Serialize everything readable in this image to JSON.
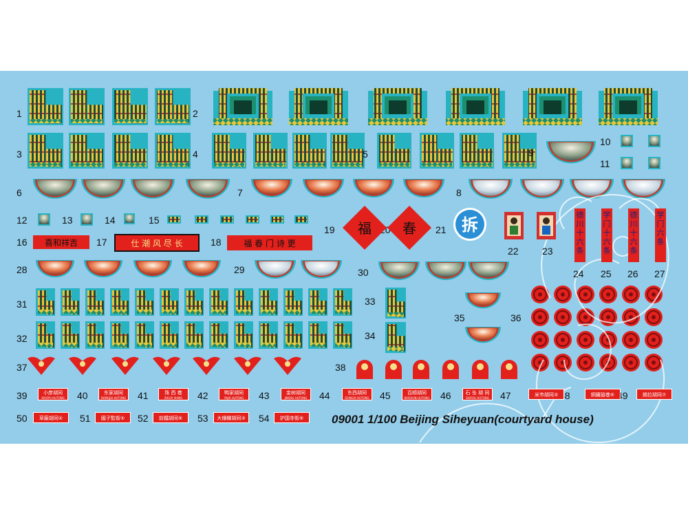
{
  "sheet": {
    "title": "09001 1/100 Beijing Siheyuan(courtyard house)",
    "colors": {
      "background": "#93cdea",
      "panel_gold": "#e8c63a",
      "panel_dark": "#1f4b3a",
      "red": "#e2201c",
      "teal_border": "#27b3c2",
      "seal_blue": "#2a8fd6"
    }
  },
  "numbers": [
    "1",
    "2",
    "3",
    "4",
    "5",
    "6",
    "7",
    "8",
    "9",
    "10",
    "11",
    "12",
    "13",
    "14",
    "15",
    "16",
    "17",
    "18",
    "19",
    "20",
    "21",
    "22",
    "23",
    "24",
    "25",
    "26",
    "27",
    "28",
    "29",
    "30",
    "31",
    "32",
    "33",
    "34",
    "35",
    "36",
    "37",
    "38",
    "39",
    "40",
    "41",
    "42",
    "43",
    "44",
    "45",
    "46",
    "47",
    "48",
    "49",
    "50",
    "51",
    "52",
    "53",
    "54"
  ],
  "plaques": {
    "p16": "喜和祥吉",
    "p17": "仕 潮 风 尽 长",
    "p18": "福 春 门 诗 更",
    "p19": "福",
    "p20": "春",
    "p21": "拆"
  },
  "couplets": [
    "德川十六条",
    "学门十六条",
    "德川十六条",
    "学门六条"
  ],
  "street_signs": [
    {
      "cn": "小彦胡同",
      "en": "XIAOYU HUTONG"
    },
    {
      "cn": "东家胡同",
      "en": "DONGJIA HUTONG"
    },
    {
      "cn": "珠 西 巷",
      "en": "ZHUXI XIANG"
    },
    {
      "cn": "鸭家胡同",
      "en": "YAJIA HUTONG"
    },
    {
      "cn": "金树胡同",
      "en": "JINSHU HUTONG"
    },
    {
      "cn": "东西胡同",
      "en": "DONGXI HUTONG"
    },
    {
      "cn": "百顺胡同",
      "en": "BAISHUN HUTONG"
    },
    {
      "cn": "石 缶 胡 同",
      "en": "SHIFOU HUTONG"
    }
  ],
  "small_signs": [
    "米市胡同③",
    "銅鑼鼓巷⑥",
    "錫拉胡同⑦",
    "草廠胡同④",
    "國子監街⑤",
    "前鐵胡同⑧",
    "大栅欄胡同③",
    "护国寺街⑧"
  ]
}
